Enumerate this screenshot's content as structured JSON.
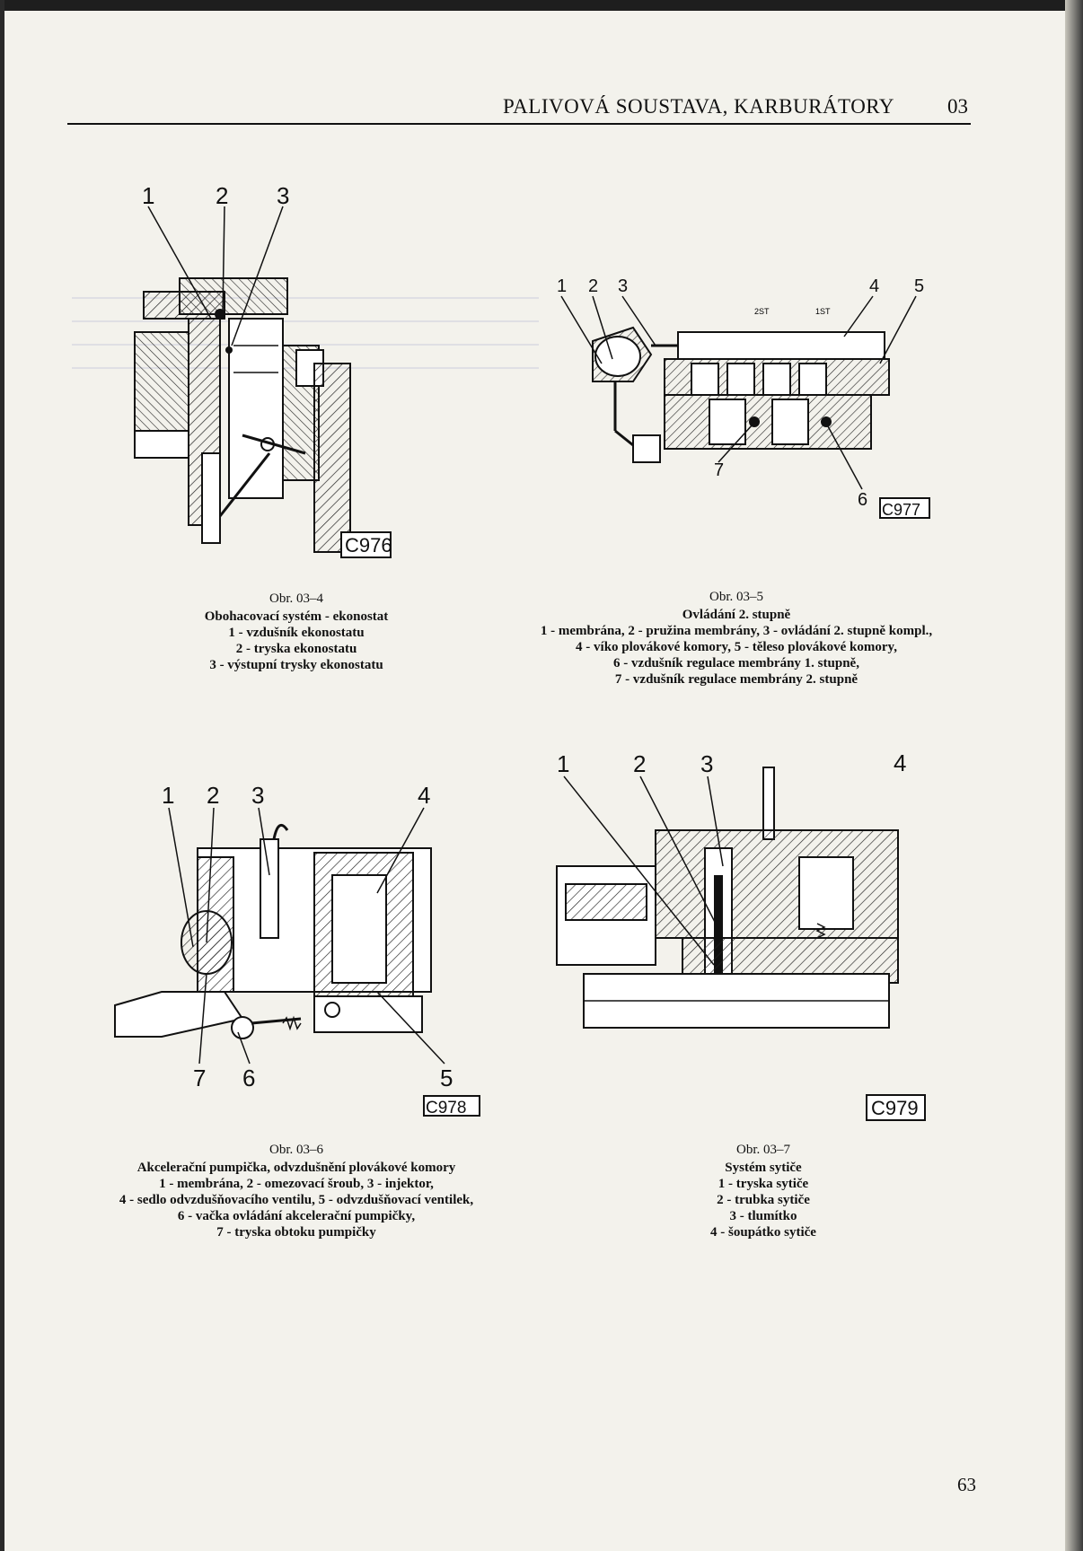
{
  "header": {
    "title": "PALIVOVÁ SOUSTAVA, KARBURÁTORY",
    "chapter": "03"
  },
  "figures": [
    {
      "id": "03-4",
      "obr": "Obr. 03–4",
      "code": "C976",
      "title": "Obohacovací systém - ekonostat",
      "callouts": [
        "1",
        "2",
        "3"
      ],
      "legend": [
        "1 - vzdušník ekonostatu",
        "2 - tryska ekonostatu",
        "3 - výstupní trysky ekonostatu"
      ]
    },
    {
      "id": "03-5",
      "obr": "Obr. 03–5",
      "code": "C977",
      "title": "Ovládání 2. stupně",
      "callouts": [
        "1",
        "2",
        "3",
        "4",
        "5",
        "6",
        "7"
      ],
      "small_labels": [
        "2ST",
        "1ST"
      ],
      "legend": [
        "1 - membrána, 2 - pružina membrány, 3 - ovládání 2. stupně kompl.,",
        "4 - víko plovákové komory, 5 - těleso plovákové komory,",
        "6 - vzdušník regulace membrány 1. stupně,",
        "7 - vzdušník regulace membrány 2. stupně"
      ]
    },
    {
      "id": "03-6",
      "obr": "Obr. 03–6",
      "code": "C978",
      "title": "Akcelerační pumpička, odvzdušnění plovákové komory",
      "callouts": [
        "1",
        "2",
        "3",
        "4",
        "5",
        "6",
        "7"
      ],
      "legend": [
        "1 - membrána, 2 - omezovací šroub, 3 - injektor,",
        "4 - sedlo odvzdušňovacího ventilu, 5 - odvzdušňovací ventilek,",
        "6 - vačka ovládání akcelerační pumpičky,",
        "7 - tryska obtoku pumpičky"
      ]
    },
    {
      "id": "03-7",
      "obr": "Obr. 03–7",
      "code": "C979",
      "title": "Systém sytiče",
      "callouts": [
        "1",
        "2",
        "3",
        "4"
      ],
      "legend": [
        "1 - tryska sytiče",
        "2 - trubka sytiče",
        "3 - tlumítko",
        "4 - šoupátko sytiče"
      ]
    }
  ],
  "page_number": "63",
  "colors": {
    "paper": "#f3f2ec",
    "ink": "#111111",
    "bleed": "#5a64aa"
  }
}
